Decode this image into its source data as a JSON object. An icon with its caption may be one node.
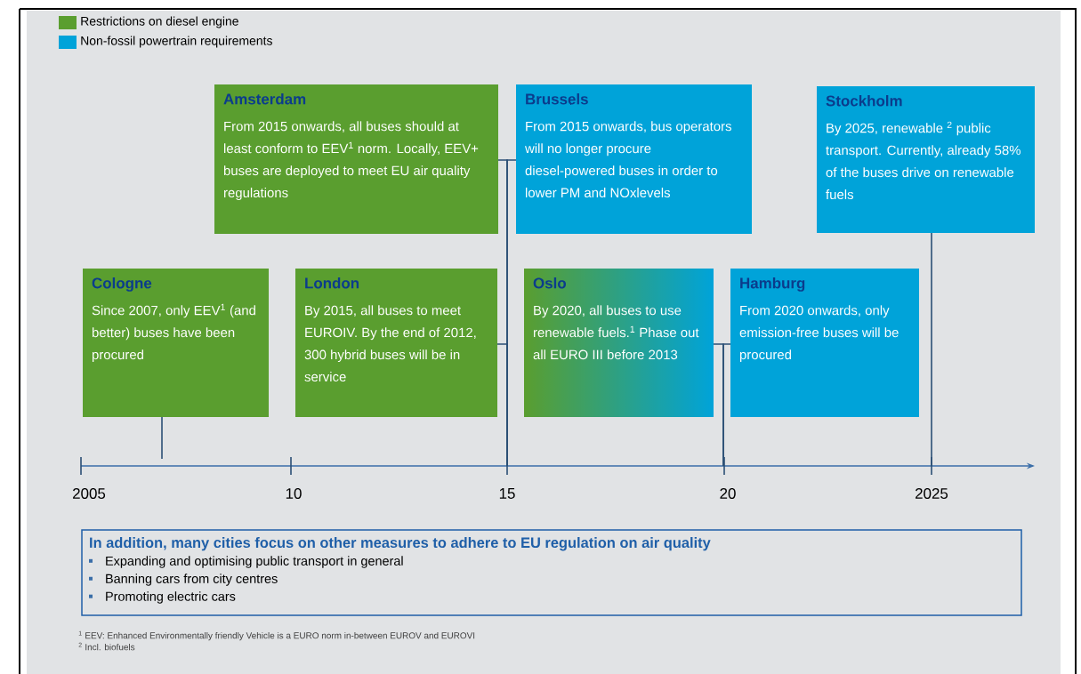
{
  "diagram": {
    "nodes": [
      {
        "text": [
          "Amsterdam",
          "From 2015 onwards, all buses should at least conform to EEV$^{1}$ norm. Locally, EEV+ buses are deployed to meet EU air quality regulations"
        ]
      },
      {
        "text": [
          "Brussels",
          "From 2015 onwards, bus operators will no longer procure diesel-powered buses in order to lower PM and NOxlevels"
        ]
      },
      {
        "text": [
          "Stockholm",
          "By 2025, renewable $^{2}$ public transport. Currently, already 58% of the buses drive on renewable fuels"
        ]
      },
      {
        "text": [
          "Cologne",
          "Since 2007, only EEV$^{1}$ (and better) buses have been procured"
        ]
      },
      {
        "text": [
          "London",
          "By 2015, all buses to meet EUROIV. By the end of 2012, 300 hybrid buses will be in service"
        ]
      },
      {
        "text": [
          "Oslo",
          "By 2020, all buses to use renewable fuels.$^{1}$ Phase out all EURO III before 2013"
        ]
      },
      {
        "text": [
          "Hamburg",
          "From 2020 onwards, only emission-free buses will be procured"
        ]
      },
      {
        "text": [
          "In addition, many cities focus on other measures to adhere to EU regulation on air quality",
          "Expanding and optimising public transport in general",
          "Banning cars from city centres",
          "Promoting electric cars"
        ]
      }
    ],
    "edges": [
      {
        "from": 0,
        "to": null,
        "arrow": "none"
      },
      {
        "from": 1,
        "to": null,
        "arrow": "none"
      },
      {
        "from": 2,
        "to": null,
        "arrow": "none"
      },
      {
        "from": 3,
        "to": null,
        "arrow": "none"
      },
      {
        "from": 4,
        "to": null,
        "arrow": "none"
      },
      {
        "from": 5,
        "to": null,
        "arrow": "none"
      },
      {
        "from": 6,
        "to": null,
        "arrow": "none"
      }
    ],
    "labels": [
      "2005",
      "10",
      "15",
      "20",
      "2025",
      "$^{1}$ EEV: Enhanced Environmentally friendly Vehicle is a EURO norm in-between EUROV and EUROVI",
      "$^{2}$ Incl. biofuels"
    ],
    "legend": [
      {
        "text": "Restrictions on diesel engine",
        "color": "#5a9e2f"
      },
      {
        "text": "Non-fossil powertrain requirements",
        "color": "#00a3d9"
      }
    ]
  }
}
